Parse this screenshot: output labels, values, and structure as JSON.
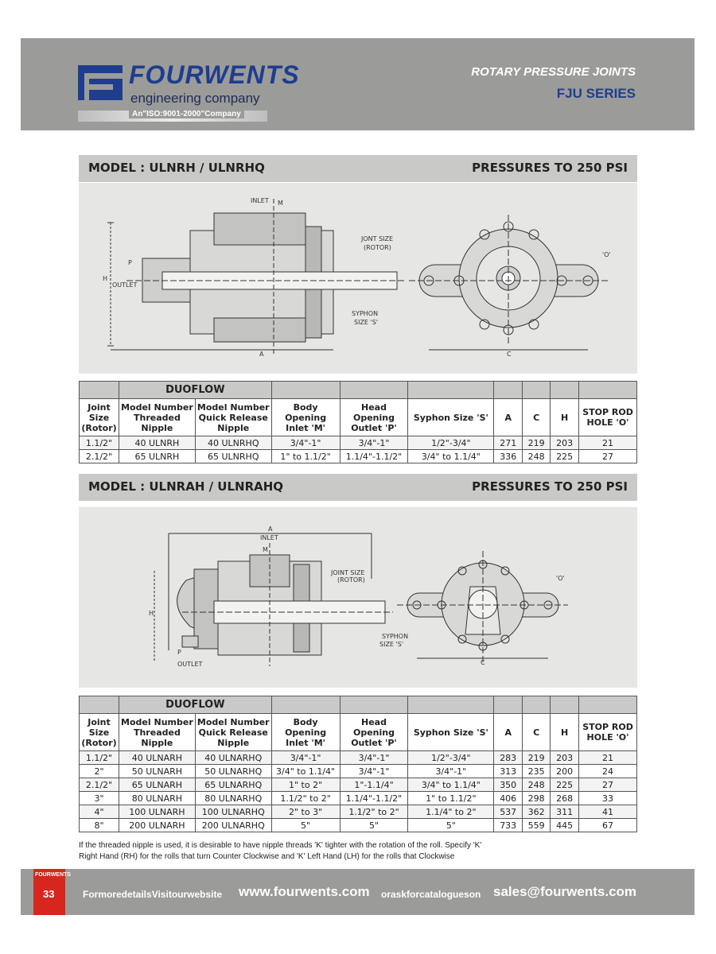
{
  "header": {
    "brand": "FOURWENTS",
    "brand_sub": "engineering company",
    "iso": "An\"ISO:9001-2000\"Company",
    "title": "ROTARY PRESSURE JOINTS",
    "series": "FJU SERIES"
  },
  "section1": {
    "model": "MODEL : ULNRH / ULNRHQ",
    "pressure": "PRESSURES TO 250 PSI",
    "drawing_labels": {
      "inlet": "INLET",
      "m": "M",
      "joint_size": "JONT SIZE",
      "rotor": "(ROTOR)",
      "p": "P",
      "h": "H",
      "outlet": "OUTLET",
      "syphon": "SYPHON",
      "syphon_size": "SIZE 'S'",
      "a": "A",
      "c": "C",
      "o": "'O'"
    },
    "table": {
      "group_header": "DUOFLOW",
      "headers": [
        "Joint Size (Rotor)",
        "Model Number Threaded Nipple",
        "Model Number Quick Release Nipple",
        "Body Opening Inlet 'M'",
        "Head Opening Outlet 'P'",
        "Syphon Size 'S'",
        "A",
        "C",
        "H",
        "STOP ROD HOLE 'O'"
      ],
      "rows": [
        [
          "1.1/2\"",
          "40 ULNRH",
          "40 ULNRHQ",
          "3/4\"-1\"",
          "3/4\"-1\"",
          "1/2\"-3/4\"",
          "271",
          "219",
          "203",
          "21"
        ],
        [
          "2.1/2\"",
          "65 ULNRH",
          "65 ULNRHQ",
          "1\" to 1.1/2\"",
          "1.1/4\"-1.1/2\"",
          "3/4\" to 1.1/4\"",
          "336",
          "248",
          "225",
          "27"
        ]
      ]
    }
  },
  "section2": {
    "model": "MODEL : ULNRAH / ULNRAHQ",
    "pressure": "PRESSURES TO 250 PSI",
    "drawing_labels": {
      "a": "A",
      "inlet": "INLET",
      "m": "M",
      "joint_size": "JOINT SIZE",
      "rotor": "(ROTOR)",
      "h": "H",
      "p": "P",
      "outlet": "OUTLET",
      "syphon": "SYPHON",
      "syphon_size": "SIZE 'S'",
      "c": "C",
      "o": "'O'"
    },
    "table": {
      "group_header": "DUOFLOW",
      "headers": [
        "Joint Size (Rotor)",
        "Model Number Threaded Nipple",
        "Model Number Quick Release Nipple",
        "Body Opening Inlet 'M'",
        "Head Opening Outlet 'P'",
        "Syphon Size 'S'",
        "A",
        "C",
        "H",
        "STOP ROD HOLE 'O'"
      ],
      "rows": [
        [
          "1.1/2\"",
          "40 ULNARH",
          "40 ULNARHQ",
          "3/4\"-1\"",
          "3/4\"-1\"",
          "1/2\"-3/4\"",
          "283",
          "219",
          "203",
          "21"
        ],
        [
          "2\"",
          "50 ULNARH",
          "50 ULNARHQ",
          "3/4\" to 1.1/4\"",
          "3/4\"-1\"",
          "3/4\"-1\"",
          "313",
          "235",
          "200",
          "24"
        ],
        [
          "2.1/2\"",
          "65 ULNARH",
          "65 ULNARHQ",
          "1\" to 2\"",
          "1\"-1.1/4\"",
          "3/4\" to 1.1/4\"",
          "350",
          "248",
          "225",
          "27"
        ],
        [
          "3\"",
          "80 ULNARH",
          "80 ULNARHQ",
          "1.1/2\" to 2\"",
          "1.1/4\"-1.1/2\"",
          "1\" to 1.1/2\"",
          "406",
          "298",
          "268",
          "33"
        ],
        [
          "4\"",
          "100 ULNARH",
          "100 ULNARHQ",
          "2\" to 3\"",
          "1.1/2\" to 2\"",
          "1.1/4\" to 2\"",
          "537",
          "362",
          "311",
          "41"
        ],
        [
          "8\"",
          "200 ULNARH",
          "200 ULNARHQ",
          "5\"",
          "5\"",
          "5\"",
          "733",
          "559",
          "445",
          "67"
        ]
      ]
    }
  },
  "note": {
    "line1": "If the threaded nipple is used, it is desirable to have nipple threads 'K' tighter with the rotation of the roll. Specify 'K'",
    "line2": "Right Hand (RH) for the rolls that turn Counter Clockwise and 'K' Left Hand (LH) for the rolls that Clockwise"
  },
  "footer": {
    "mini_brand": "FOURWENTS",
    "page_number": "33",
    "text1": "FormoredetailsVisitourwebsite",
    "website": "www.fourwents.com",
    "text2": "oraskforcatalogueson",
    "email": "sales@fourwents.com"
  },
  "colors": {
    "header_band": "#9b9c99",
    "brand_blue": "#1f3d8f",
    "section_band": "#c9c9c7",
    "page_red": "#d7261e"
  }
}
